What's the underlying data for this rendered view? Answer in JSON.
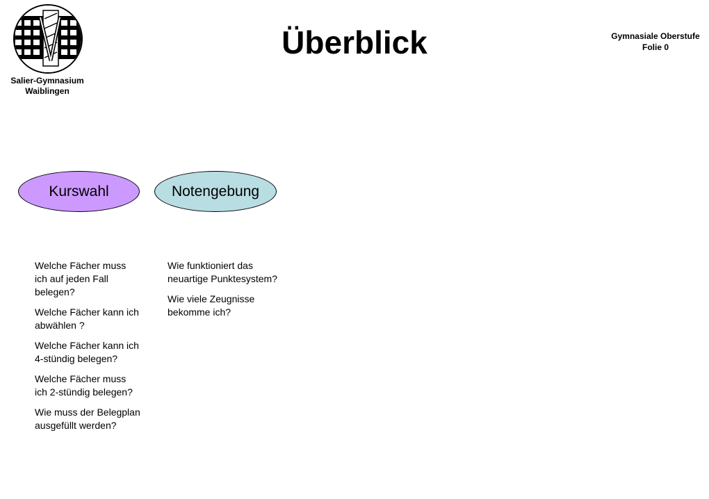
{
  "header": {
    "title": "Überblick",
    "school_name_line1": "Salier-Gymnasium",
    "school_name_line2": "Waiblingen",
    "course_line1": "Gymnasiale Oberstufe",
    "course_line2": "Folie 0"
  },
  "topics": [
    {
      "label": "Kurswahl",
      "color": "#cc99ff",
      "questions": [
        "Welche Fächer muss ich auf jeden Fall belegen?",
        "Welche Fächer kann ich abwählen ?",
        "Welche Fächer kann ich 4-stündig belegen?",
        "Welche Fächer muss ich 2-stündig belegen?",
        "Wie muss der Belegplan ausgefüllt werden?"
      ]
    },
    {
      "label": "Notengebung",
      "color": "#b8dde2",
      "questions": [
        "Wie funktioniert das neuartige Punktesystem?",
        "Wie viele Zeugnisse bekomme ich?"
      ]
    }
  ],
  "icons": {
    "logo": "school-logo-icon"
  }
}
